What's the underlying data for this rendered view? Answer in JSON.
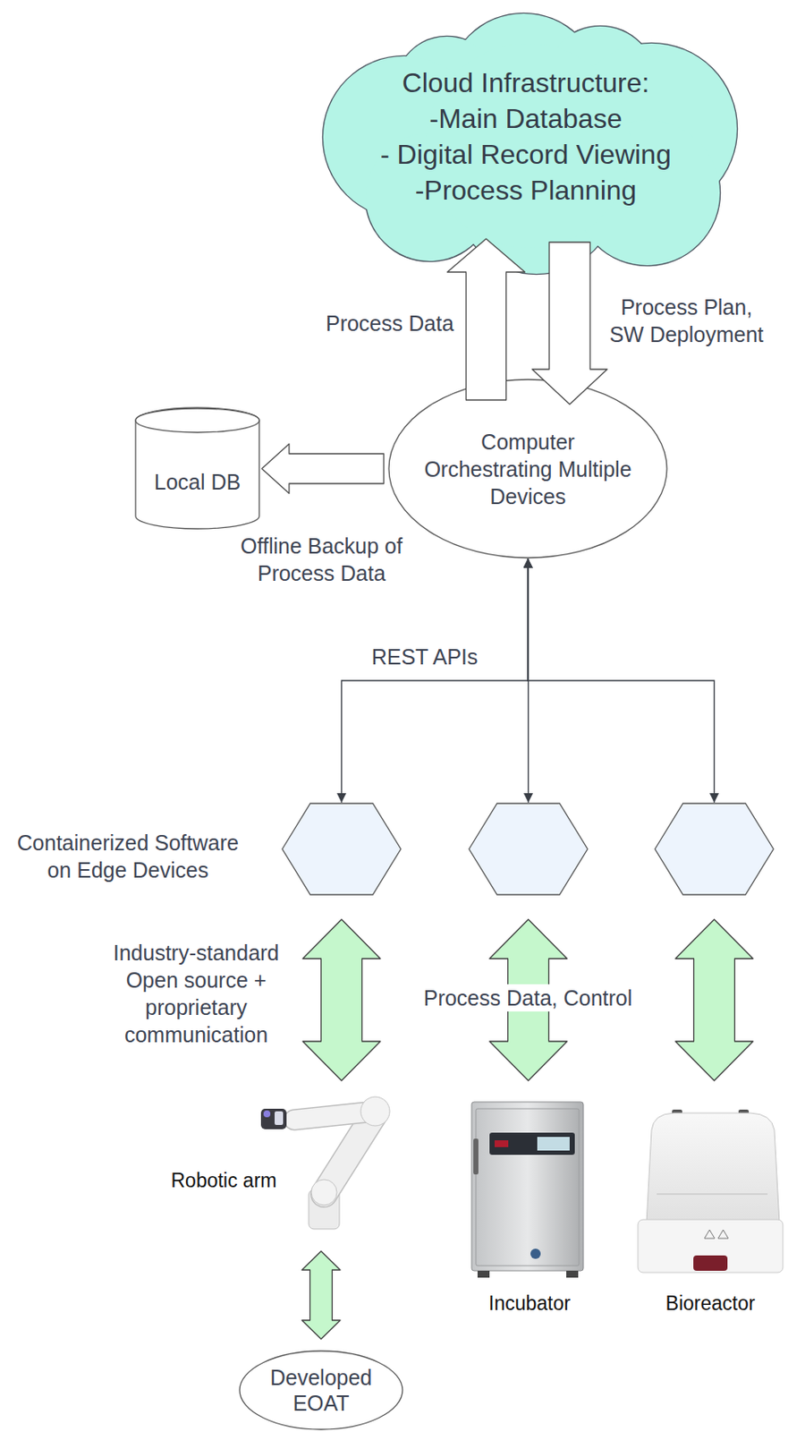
{
  "diagram": {
    "nodes": [
      {
        "text": [
          "Cloud Infrastructure:",
          "-Main Database",
          "- Digital Record Viewing",
          "-Process Planning"
        ]
      },
      {
        "text": [
          "Computer Orchestrating Multiple Devices"
        ]
      },
      {
        "text": [
          "Local DB"
        ]
      },
      {
        "text": []
      },
      {
        "text": []
      },
      {
        "text": []
      },
      {
        "text": [
          "Robotic arm"
        ]
      },
      {
        "text": [
          "Incubator"
        ]
      },
      {
        "text": [
          "Bioreactor"
        ]
      },
      {
        "text": [
          "Developed EOAT"
        ]
      }
    ],
    "edges": [
      {
        "from": 1,
        "to": 0,
        "arrow": "to",
        "label": "Process Data"
      },
      {
        "from": 0,
        "to": 1,
        "arrow": "to",
        "label": "Process Plan, SW Deployment"
      },
      {
        "from": 1,
        "to": 2,
        "arrow": "to",
        "label": "Offline Backup of Process Data"
      },
      {
        "from": 1,
        "to": 3,
        "arrow": "both",
        "label": "REST APIs"
      },
      {
        "from": 1,
        "to": 4,
        "arrow": "both"
      },
      {
        "from": 1,
        "to": 5,
        "arrow": "both"
      },
      {
        "from": 3,
        "to": 6,
        "arrow": "both"
      },
      {
        "from": 4,
        "to": 7,
        "arrow": "both",
        "label": "Process Data, Control"
      },
      {
        "from": 5,
        "to": 8,
        "arrow": "both"
      },
      {
        "from": 6,
        "to": 9,
        "arrow": "both"
      }
    ],
    "labels": [
      "Containerized Software on Edge Devices",
      "Industry-standard Open source + proprietary communication"
    ]
  }
}
